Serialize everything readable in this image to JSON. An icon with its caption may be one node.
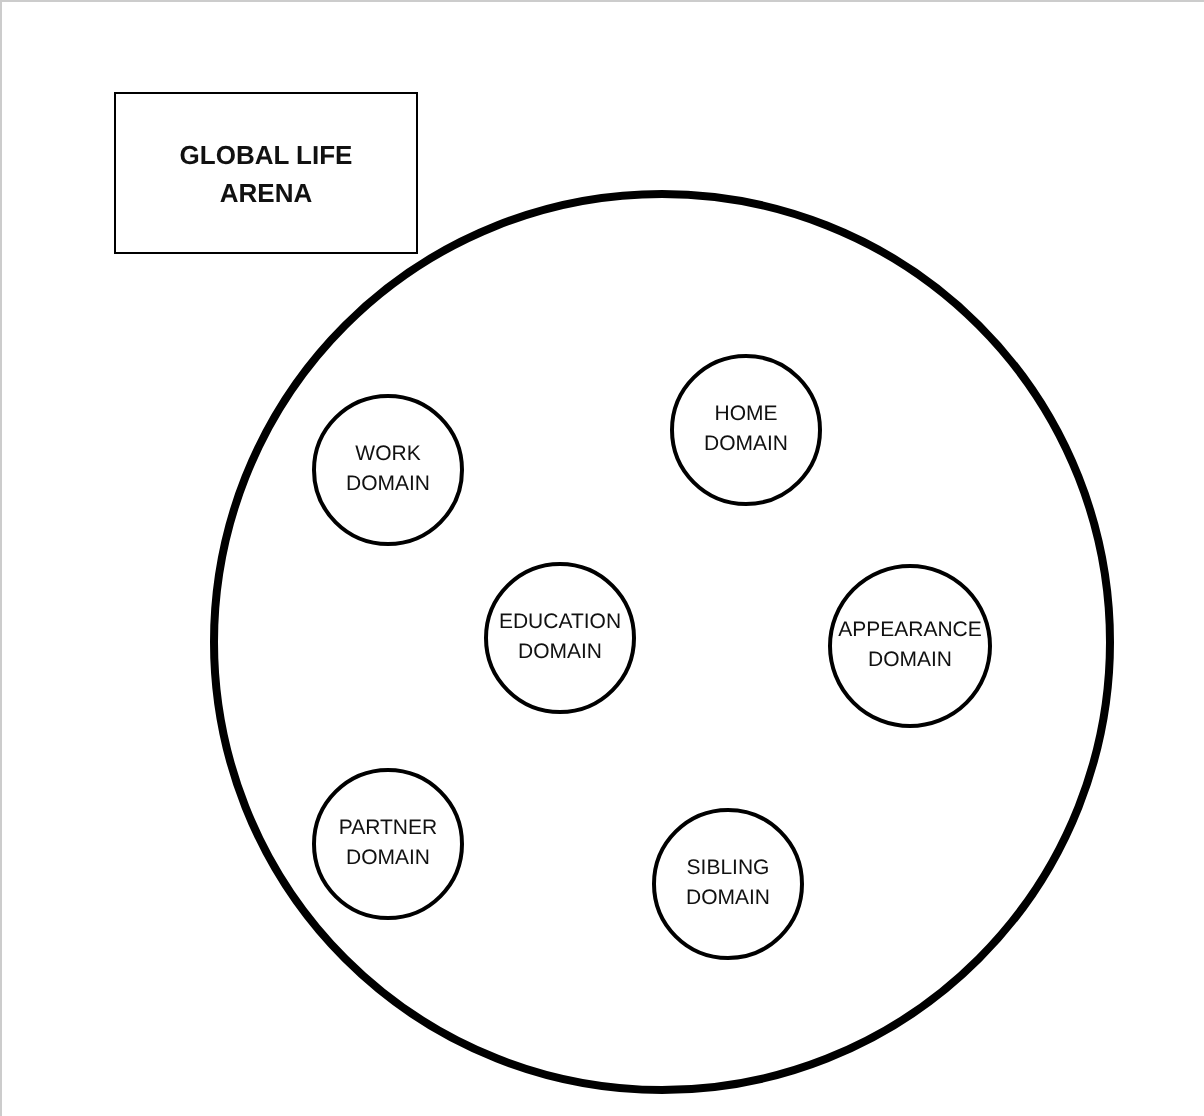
{
  "diagram": {
    "nodes": [
      {
        "text": [
          "GLOBAL LIFE ARENA"
        ]
      },
      {
        "text": [],
        "shape": "circle"
      },
      {
        "text": [
          "WORK DOMAIN"
        ],
        "in": 1
      },
      {
        "text": [
          "HOME DOMAIN"
        ],
        "in": 1
      },
      {
        "text": [
          "EDUCATION DOMAIN"
        ],
        "in": 1
      },
      {
        "text": [
          "APPEARANCE DOMAIN"
        ],
        "in": 1
      },
      {
        "text": [
          "PARTNER DOMAIN"
        ],
        "in": 1
      },
      {
        "text": [
          "SIBLING DOMAIN"
        ],
        "in": 1
      }
    ],
    "edges": []
  }
}
